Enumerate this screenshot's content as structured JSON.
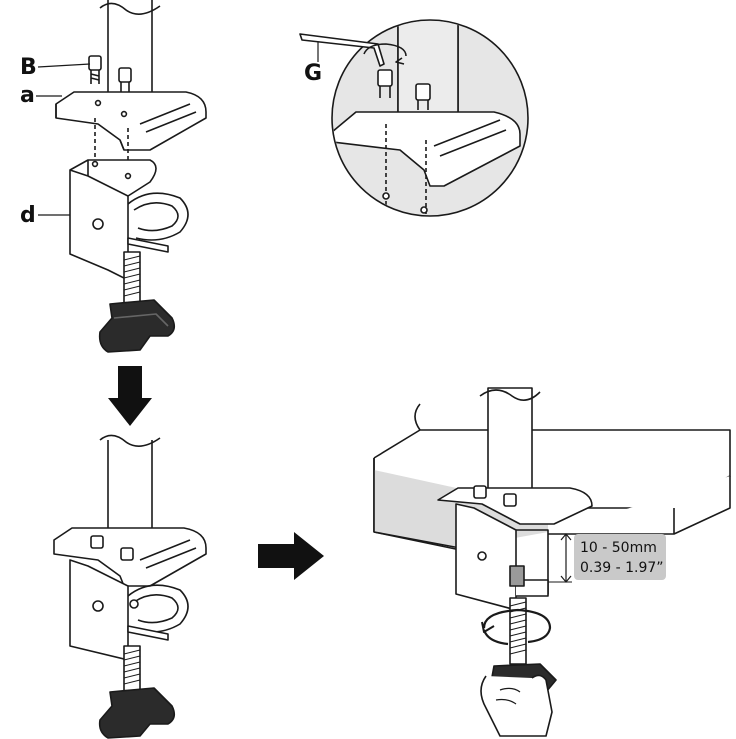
{
  "labels": {
    "part_b": "B",
    "part_a": "a",
    "part_d": "d",
    "tool_g": "G"
  },
  "dimension": {
    "metric": "10 - 50mm",
    "imperial": "0.39 - 1.97”"
  },
  "colors": {
    "line": "#1a1a1a",
    "detail_circle": "#e6e6e6",
    "shade": "#c9c9c9",
    "dark_part": "#2b2b2b",
    "arrow": "#111111"
  },
  "icons": [
    "down-arrow-icon",
    "right-arrow-icon",
    "rotate-arrow-icon",
    "hex-key-icon",
    "hand-icon"
  ]
}
